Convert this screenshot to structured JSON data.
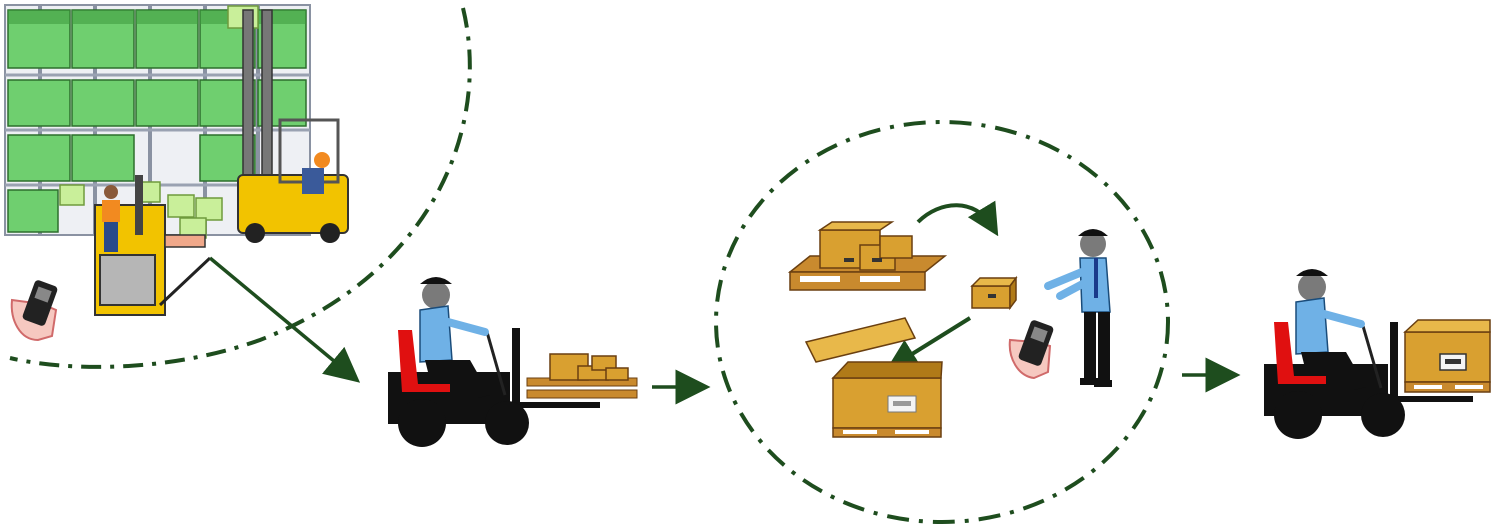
{
  "diagram": {
    "stages": [
      {
        "id": "picking",
        "icon": "warehouse-rack-picking-icon"
      },
      {
        "id": "transport-mixed",
        "icon": "forklift-mixed-pallet-icon"
      },
      {
        "id": "repacking",
        "icon": "repacking-station-icon"
      },
      {
        "id": "transport-packed",
        "icon": "forklift-packed-pallet-icon"
      }
    ],
    "flow": [
      "picking",
      "transport-mixed",
      "repacking",
      "transport-packed"
    ],
    "colors": {
      "arrow": "#1e4d1e",
      "boundary": "#1e4d1e",
      "box": "#d9a030",
      "box_dark": "#b07a18",
      "pallet": "#c98a2e",
      "goods": "#6fcf6f",
      "goods_dark": "#3d9a3d",
      "rack": "#a8b0c0",
      "forklift_yellow": "#f2c300",
      "forklift_black": "#111111",
      "seat_red": "#e01010",
      "worker_shirt": "#6fb1e6",
      "worker_head": "#7a7a7a"
    }
  }
}
